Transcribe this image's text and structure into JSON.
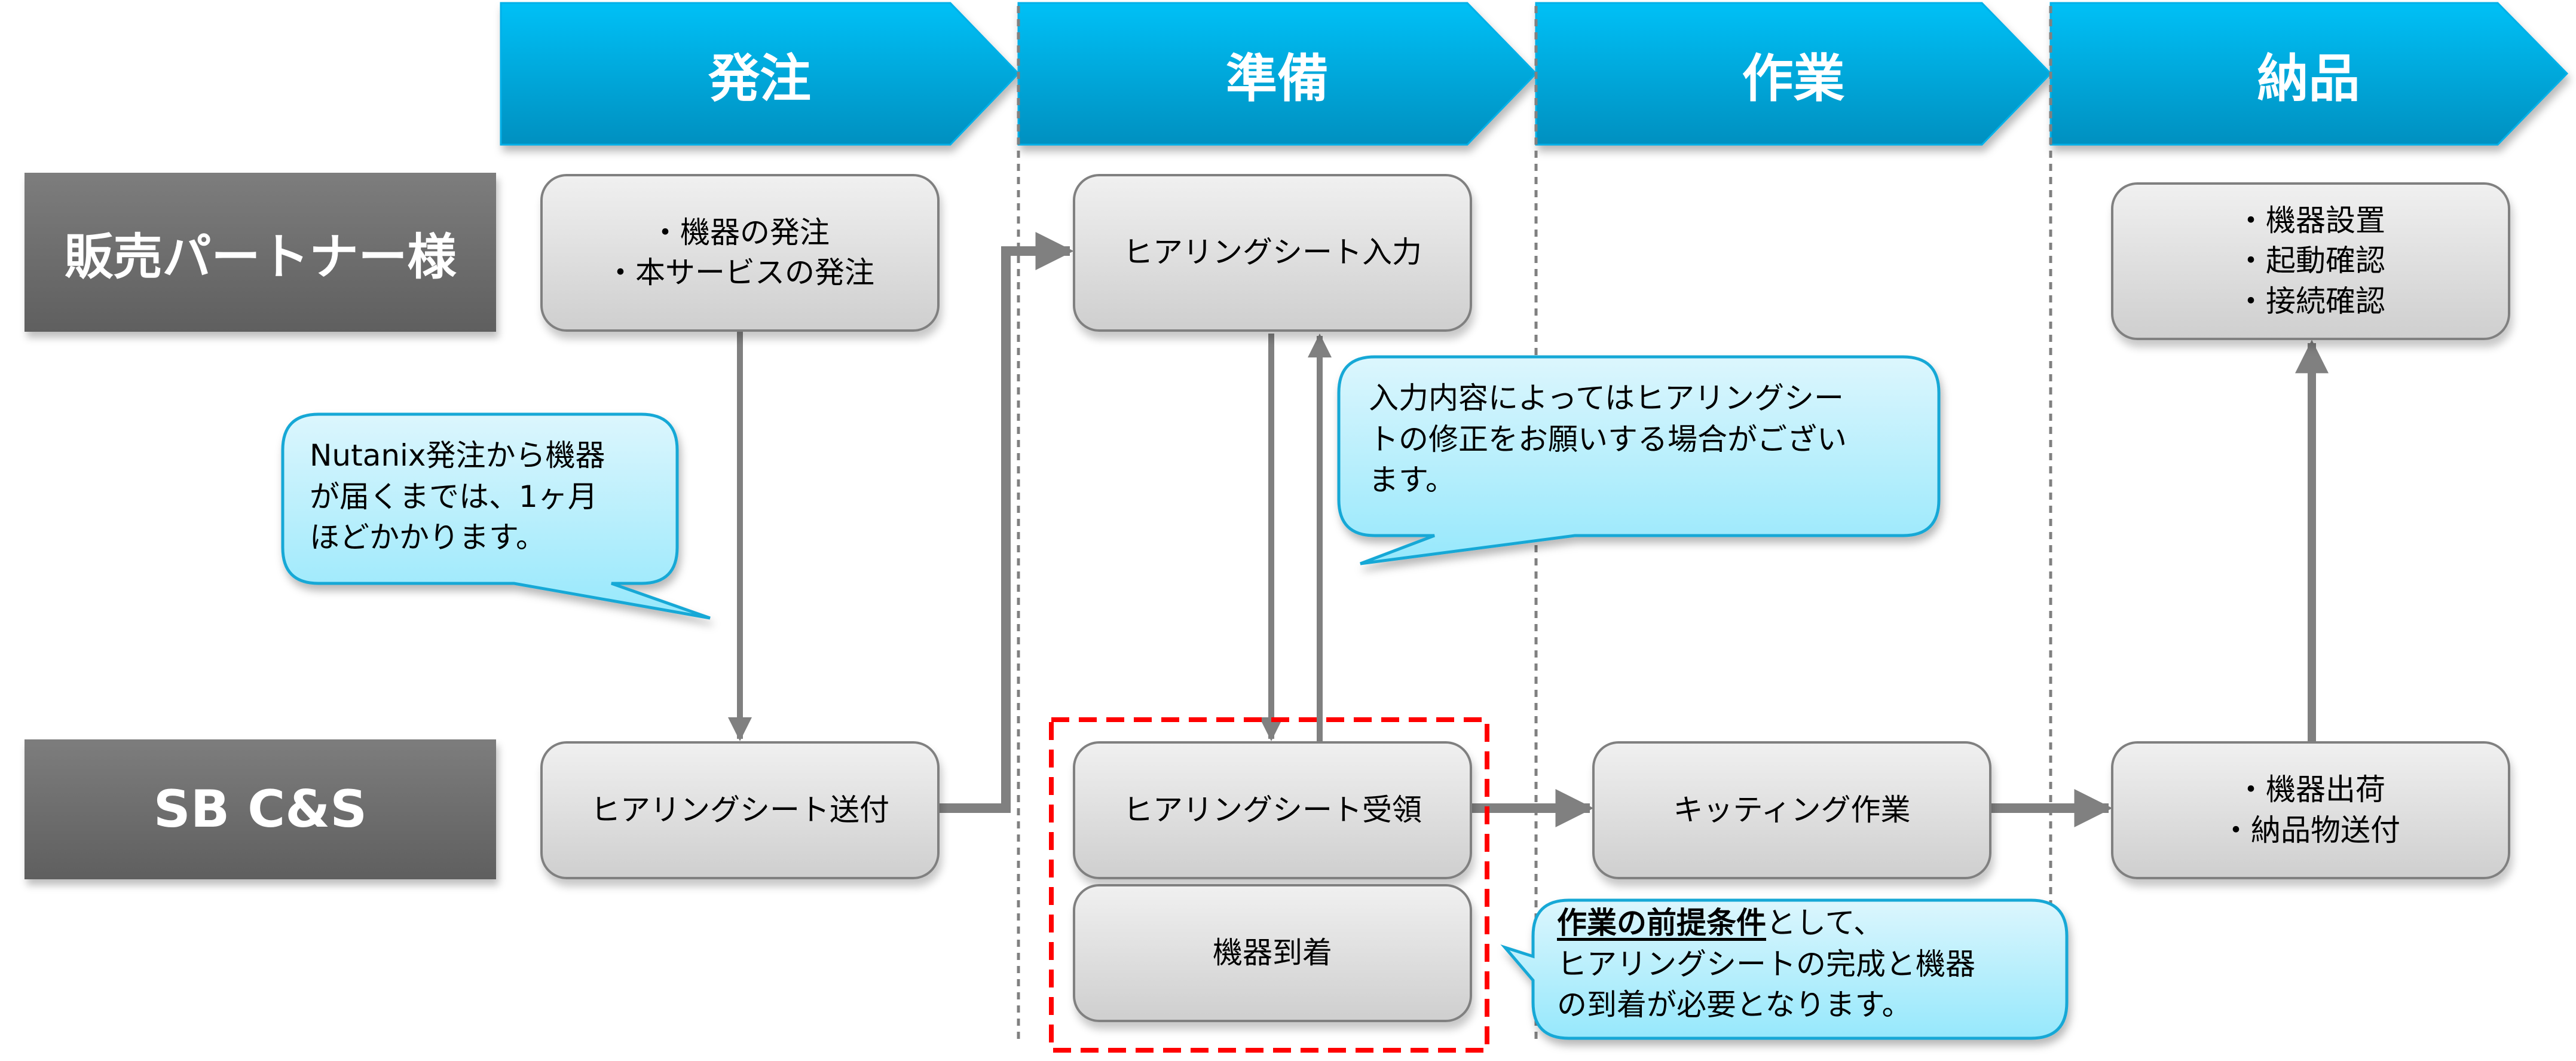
{
  "phases": [
    {
      "label": "発注"
    },
    {
      "label": "準備"
    },
    {
      "label": "作業"
    },
    {
      "label": "納品"
    }
  ],
  "lanes": {
    "partner": "販売パートナー様",
    "sbcs": "SB C&S"
  },
  "nodes": {
    "order": [
      "・機器の発注",
      "・本サービスの発注"
    ],
    "hearing_send": "ヒアリングシート送付",
    "hearing_input": "ヒアリングシート入力",
    "hearing_receive": "ヒアリングシート受領",
    "device_arrival": "機器到着",
    "kitting": "キッティング作業",
    "ship": [
      "・機器出荷",
      "・納品物送付"
    ],
    "install": [
      "・機器設置",
      "・起動確認",
      "・接続確認"
    ]
  },
  "callouts": {
    "lead_time": [
      "Nutanix発注から機器",
      "が届くまでは、1ヶ月",
      "ほどかかります。"
    ],
    "revision": [
      "入力内容によってはヒアリングシー",
      "トの修正をお願いする場合がござい",
      "ます。"
    ],
    "precondition": {
      "emphasis": "作業の前提条件",
      "rest_line1": "として、",
      "line2": "ヒアリングシートの完成と機器",
      "line3": "の到着が必要となります。"
    }
  },
  "colors": {
    "chevron_top": "#00c0f6",
    "chevron_bottom": "#0090c0",
    "arrow": "#808080",
    "highlight_dash": "#ff0000",
    "callout_top": "#dcf6fd",
    "callout_bottom": "#96e8fc",
    "callout_border": "#14a8d6"
  }
}
